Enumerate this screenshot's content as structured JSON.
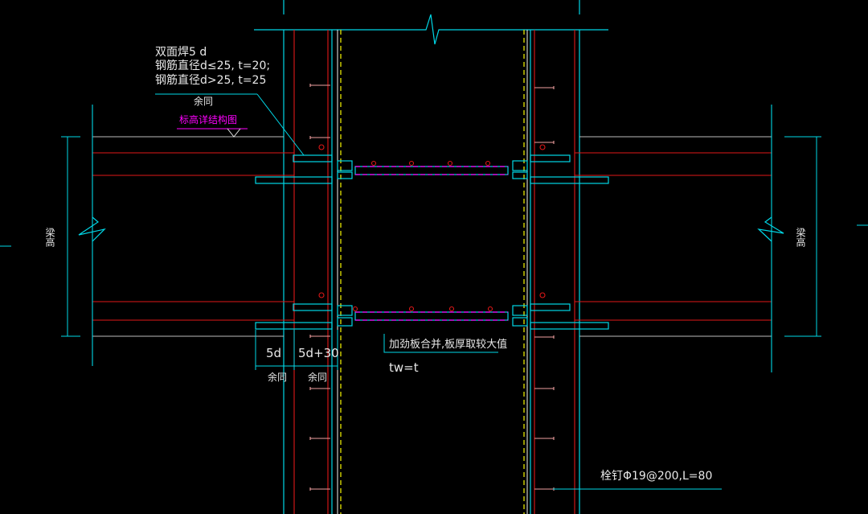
{
  "colors": {
    "background": "#000000",
    "cyan": "#00d7e6",
    "red": "#e01818",
    "yellow": "#e6e600",
    "magenta": "#ff00ff",
    "white": "#e8e8e8",
    "grey": "#9a9a9a",
    "pink": "#f0a0a0"
  },
  "annotations": {
    "weld_title": "双面焊5 d",
    "weld_rule1": "钢筋直径d≤25, t=20;",
    "weld_rule2": "钢筋直径d>25, t=25",
    "same_top": "余同",
    "see_structure": "标高详结构图",
    "dim_5d": "5d",
    "dim_5d30": "5d+30",
    "same_left": "余同",
    "same_right": "余同",
    "stiffener_note": "加劲板合并,板厚取较大值",
    "tw_note": "tw=t",
    "stud_note": "栓钉Φ19@200,L=80",
    "beam_height_left": "梁高",
    "beam_height_right": "梁高"
  }
}
